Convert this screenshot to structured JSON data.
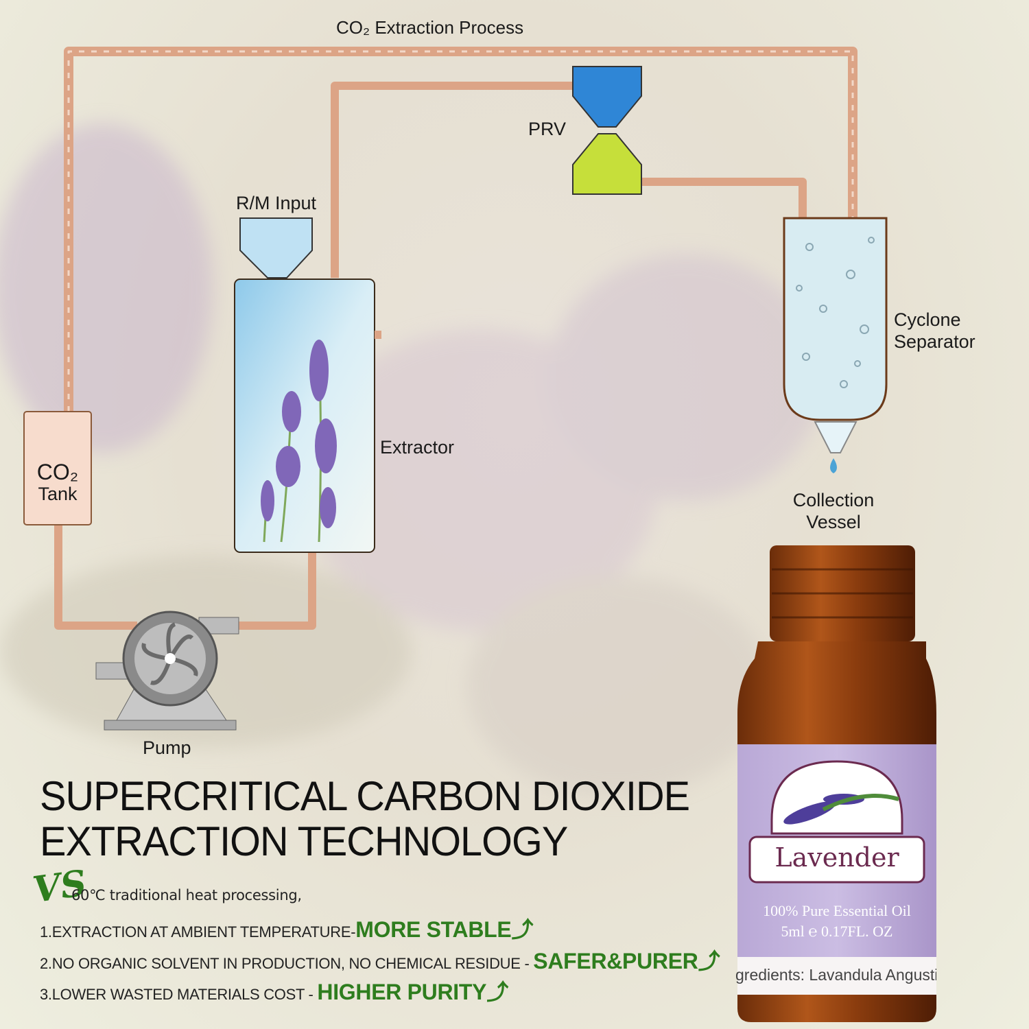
{
  "diagram": {
    "title": "CO₂ Extraction Process",
    "labels": {
      "prv": "PRV",
      "rm_input": "R/M Input",
      "co2_tank_line1": "CO₂",
      "co2_tank_line2": "Tank",
      "extractor": "Extractor",
      "cyclone_line1": "Cyclone",
      "cyclone_line2": "Separator",
      "collection_line1": "Collection",
      "collection_line2": "Vessel",
      "pump": "Pump"
    },
    "colors": {
      "pipe": "#dca486",
      "prv_top": "#2f86d6",
      "prv_bottom": "#c6df3a",
      "accent_green": "#2e7d1e",
      "label_purple": "#6b2a4f"
    }
  },
  "heading": {
    "line1": "SUPERCRITICAL CARBON DIOXIDE",
    "line2": "EXTRACTION TECHNOLOGY"
  },
  "comparison": {
    "vs": "VS",
    "intro": "60℃ traditional heat processing,",
    "points": [
      {
        "text": "1.EXTRACTION AT AMBIENT TEMPERATURE-",
        "highlight": "MORE STABLE"
      },
      {
        "text": "2.NO ORGANIC SOLVENT IN PRODUCTION, NO CHEMICAL RESIDUE - ",
        "highlight": "SAFER&PURER"
      },
      {
        "text": "3.LOWER WASTED MATERIALS COST - ",
        "highlight": "HIGHER PURITY"
      }
    ],
    "arrow_icon": "up-arrow-icon"
  },
  "bottle": {
    "name": "Lavender",
    "subtitle": "100% Pure Essential Oil",
    "volume": "5ml ℮ 0.17FL. OZ",
    "ingredients": "gredients: Lavandula Angustifolia"
  }
}
